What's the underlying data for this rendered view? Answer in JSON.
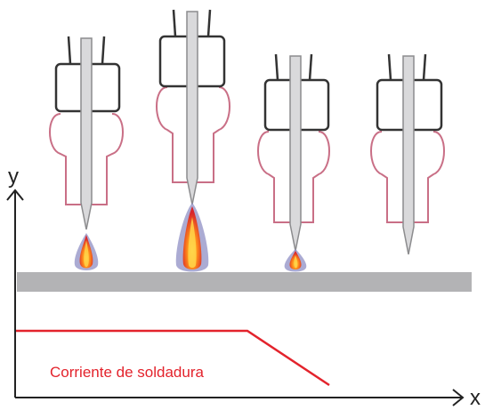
{
  "axes": {
    "x_label": "x",
    "y_label": "y"
  },
  "curve": {
    "label": "Corriente de soldadura"
  },
  "colors": {
    "curve": "#e3232c",
    "workpiece": "#b3b3b5",
    "torch_outline": "#333333",
    "nozzle_outline": "#c96f86",
    "electrode_fill": "#d9d9db",
    "electrode_stroke": "#8c8c8e",
    "arc_outer": "#8f8fc4",
    "arc_mid": "#e0502a",
    "arc_core": "#ffb300"
  }
}
